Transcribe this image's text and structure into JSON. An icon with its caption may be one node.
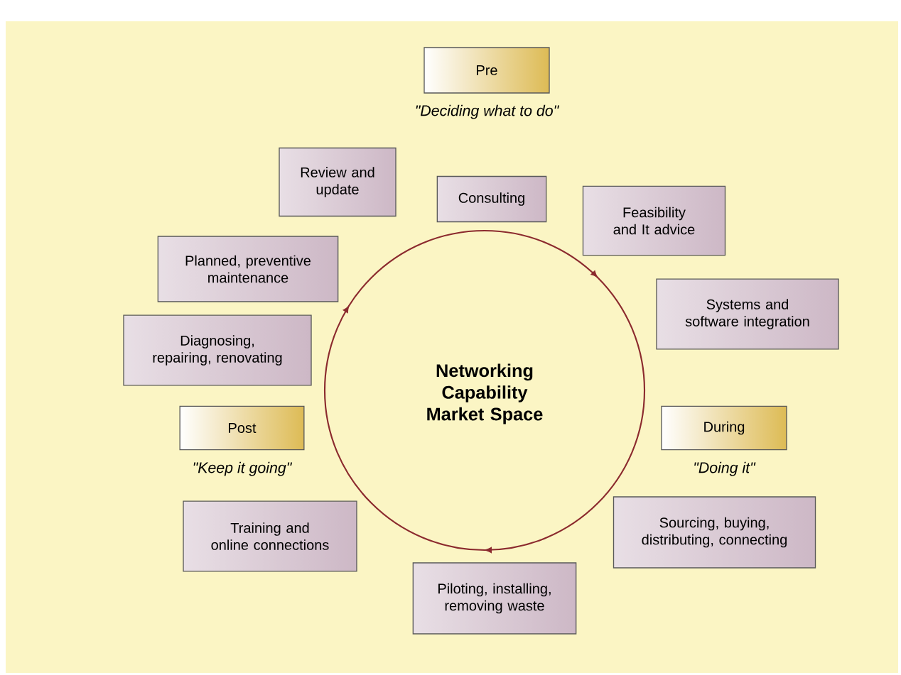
{
  "diagram": {
    "nodes": [
      {
        "text": [
          "Pre"
        ],
        "beside": [
          "\"Deciding what to do\""
        ]
      },
      {
        "text": [
          "Review and update"
        ]
      },
      {
        "text": [
          "Consulting"
        ]
      },
      {
        "text": [
          "Feasibility and It advice"
        ]
      },
      {
        "text": [
          "Planned, preventive maintenance"
        ]
      },
      {
        "text": [
          "Systems and software integration"
        ]
      },
      {
        "text": [
          "Diagnosing, repairing, renovating"
        ]
      },
      {
        "text": [
          "Networking Capability Market Space"
        ]
      },
      {
        "text": [
          "Post"
        ],
        "beside": [
          "\"Keep it going\""
        ]
      },
      {
        "text": [
          "During"
        ],
        "beside": [
          "\"Doing it\""
        ]
      },
      {
        "text": [
          "Training and online connections"
        ]
      },
      {
        "text": [
          "Sourcing, buying, distributing, connecting"
        ]
      },
      {
        "text": [
          "Piloting, installing, removing waste"
        ]
      }
    ]
  }
}
